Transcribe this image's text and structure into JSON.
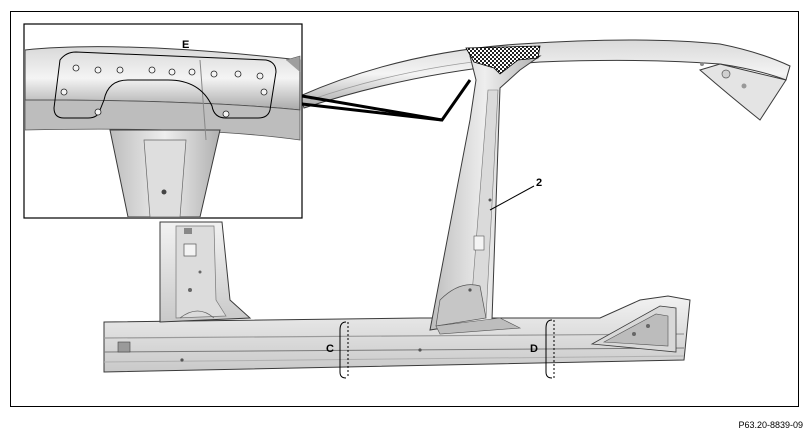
{
  "labels": {
    "detail": "E",
    "part": "2",
    "section_c": "C",
    "section_d": "D"
  },
  "reference_code": "P63.20-8839-09",
  "colors": {
    "panel_light": "#e9e9e9",
    "panel_mid": "#cfcfcf",
    "panel_dark": "#8d8d8d",
    "outline": "#3a3a3a",
    "leader": "#000000"
  },
  "icons": [
    "weld-spot-icon",
    "hatched-region-icon",
    "section-bracket-icon"
  ]
}
